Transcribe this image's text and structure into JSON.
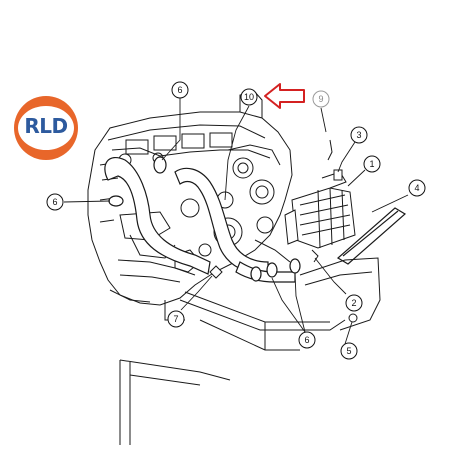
{
  "logo": {
    "text": "RLD",
    "ring_color": "#e8662a",
    "text_color": "#2d5a9e"
  },
  "callouts": [
    {
      "id": "c10",
      "label": "10",
      "highlighted": true
    },
    {
      "id": "c9",
      "label": "9",
      "muted": true
    },
    {
      "id": "c6a",
      "label": "6"
    },
    {
      "id": "c3",
      "label": "3"
    },
    {
      "id": "c1",
      "label": "1"
    },
    {
      "id": "c4",
      "label": "4"
    },
    {
      "id": "c6b",
      "label": "6"
    },
    {
      "id": "c2",
      "label": "2"
    },
    {
      "id": "c7",
      "label": "7"
    },
    {
      "id": "c6c",
      "label": "6"
    },
    {
      "id": "c5",
      "label": "5"
    }
  ],
  "arrow_color": "#d42121"
}
